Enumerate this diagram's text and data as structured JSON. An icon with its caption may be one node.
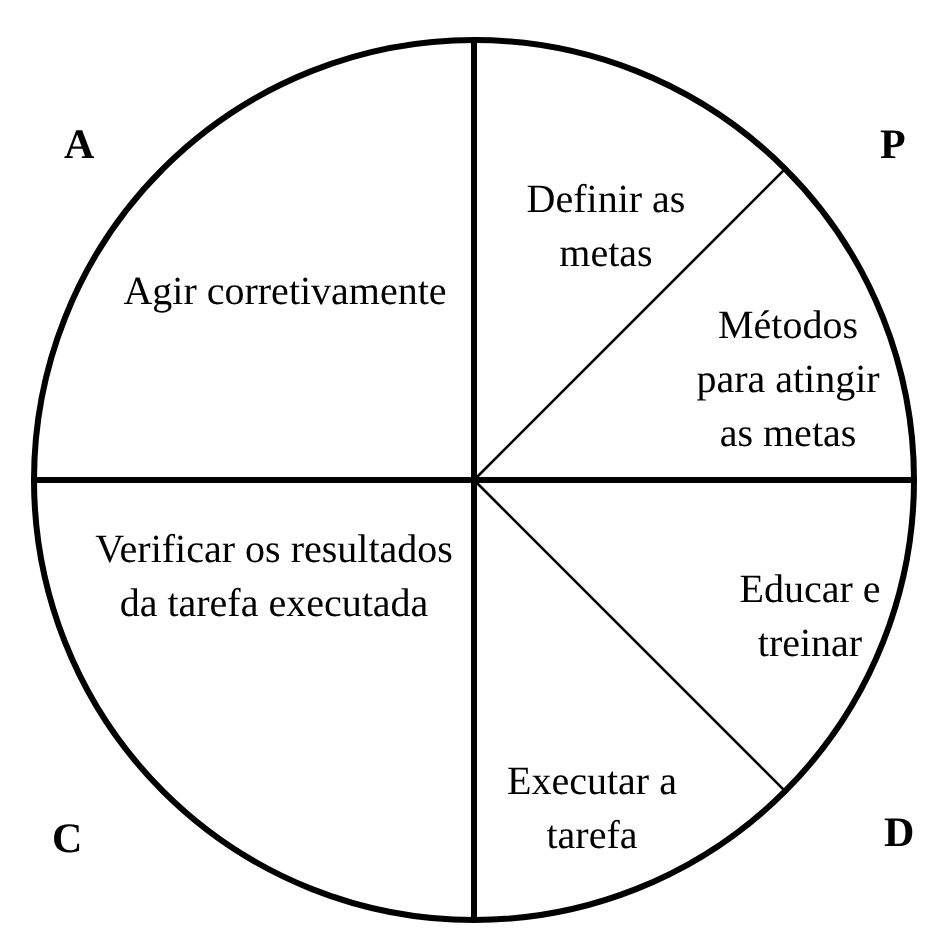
{
  "diagram": {
    "nodes": [
      {
        "text": [
          "Agir corretivamente"
        ]
      },
      {
        "text": [
          "Definir as metas"
        ]
      },
      {
        "text": [
          "Métodos para atingir as metas"
        ]
      },
      {
        "text": [
          "Educar e treinar"
        ]
      },
      {
        "text": [
          "Executar a tarefa"
        ]
      },
      {
        "text": [
          "Verificar os resultados da tarefa executada"
        ]
      }
    ],
    "labels": [
      "A",
      "P",
      "C",
      "D"
    ]
  }
}
